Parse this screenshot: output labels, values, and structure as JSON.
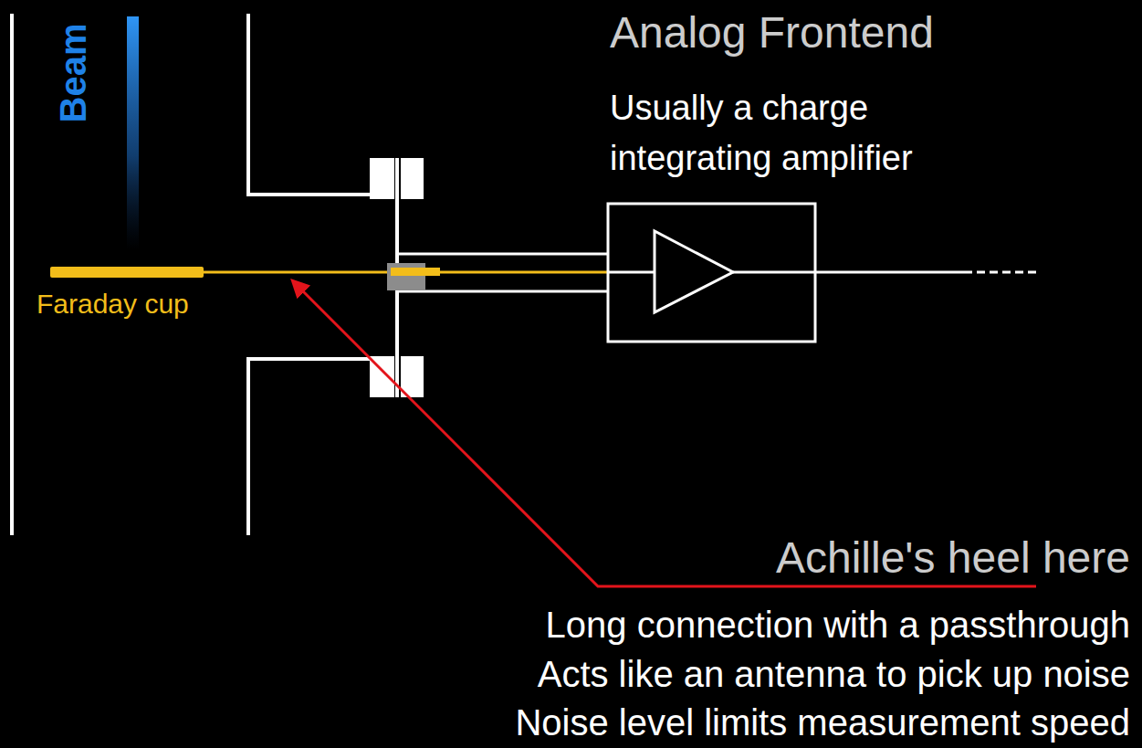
{
  "diagram": {
    "labels": [
      "Beam",
      "Faraday cup",
      "Analog Frontend",
      "Usually a charge integrating amplifier",
      "Achille's heel here",
      "Long connection with a passthrough",
      "Acts like an antenna to pick up noise",
      "Noise level limits measurement speed"
    ]
  }
}
